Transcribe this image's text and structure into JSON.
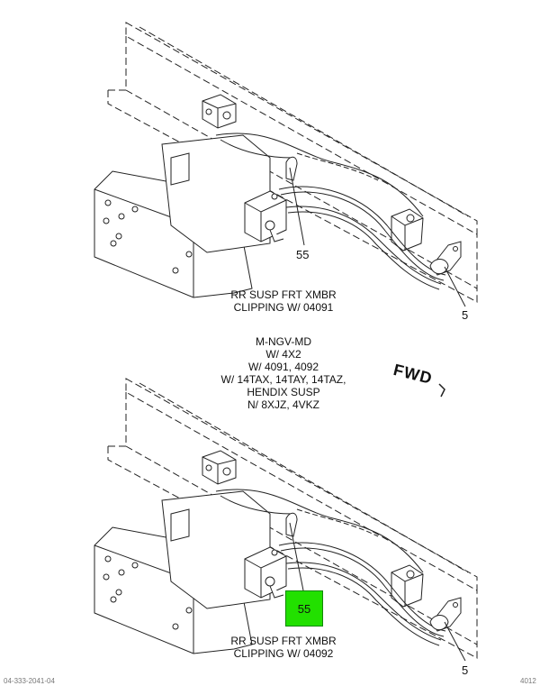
{
  "top_view": {
    "callout_55": "55",
    "callout_5": "5",
    "caption_lines": [
      "RR SUSP FRT XMBR",
      "CLIPPING W/ 04091"
    ]
  },
  "conditions": {
    "lines": [
      "M-NGV-MD",
      "W/ 4X2",
      "W/ 4091, 4092",
      "W/ 14TAX, 14TAY, 14TAZ,",
      "HENDIX SUSP",
      "N/ 8XJZ, 4VKZ"
    ]
  },
  "fwd_label": "FWD",
  "bottom_view": {
    "callout_55": "55",
    "callout_5": "5",
    "caption_lines": [
      "RR SUSP FRT XMBR",
      "CLIPPING W/ 04092"
    ]
  },
  "footer": {
    "left": "04-333-2041-04",
    "right": "4012"
  },
  "colors": {
    "highlight": "#22e000",
    "line": "#222222"
  }
}
